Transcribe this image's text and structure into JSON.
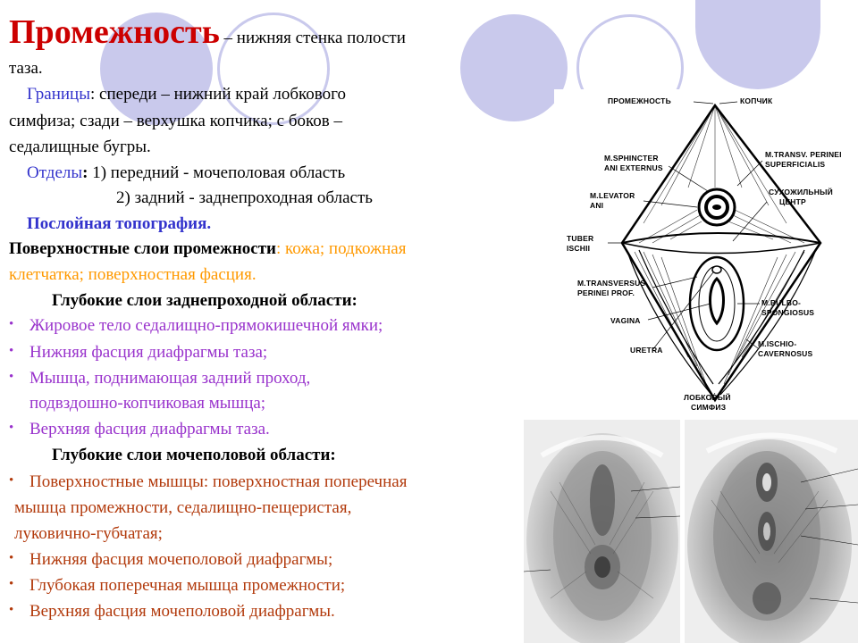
{
  "colors": {
    "title": "#cc0000",
    "heading_blue": "#3333cc",
    "orange": "#ff9900",
    "purple": "#9933cc",
    "brown": "#b23a0c",
    "decor": "#c9c9ec"
  },
  "title": {
    "word": "Промежность",
    "rest": " – нижняя стенка полости",
    "line2": "таза."
  },
  "borders": {
    "label": "Границы",
    "text1": ": спереди – нижний край лобкового",
    "text2": "симфиза; сзади – верхушка копчика; с боков –",
    "text3": "седалищные бугры."
  },
  "divisions": {
    "label": "Отделы",
    "colon": ":",
    "text1": " 1) передний - мочеполовая область",
    "text2": "2) задний - заднепроходная область"
  },
  "layered_heading": "Послойная топография.",
  "superficial": {
    "label": "Поверхностные слои промежности",
    "colon": ": ",
    "items1": "кожа; подкожная",
    "items2": "клетчатка; поверхностная фасция."
  },
  "anal_deep": {
    "heading": "Глубокие слои заднепроходной области:",
    "items": [
      "Жировое тело седалищно-прямокишечной ямки;",
      "Нижняя фасция диафрагмы таза;",
      "Мышца, поднимающая задний проход,",
      "подвздошно-копчиковая мышца;",
      "Верхняя фасция диафрагмы таза."
    ]
  },
  "urogenital_deep": {
    "heading": "Глубокие слои мочеполовой области:",
    "items": [
      "Поверхностные мышцы: поверхностная поперечная",
      "мышца промежности, седалищно-пещеристая,",
      "луковично-губчатая;",
      "Нижняя фасция мочеполовой диафрагмы;",
      "Глубокая поперечная мышца промежности;",
      "Верхняя фасция мочеполовой диафрагмы."
    ]
  },
  "bullet_glyph": "•",
  "diagram_labels": {
    "perineum": "ПРОМЕЖНОСТЬ",
    "coccyx": "КОПЧИК",
    "sphincter": [
      "M.SPHINCTER",
      "ANI EXTERNUS"
    ],
    "transv_sup": [
      "M.TRANSV. PERINEI",
      "SUPERFICIALIS"
    ],
    "levator": [
      "M.LEVATOR",
      "ANI"
    ],
    "tendon_center": [
      "СУХОЖИЛЬНЫЙ",
      "ЦЕНТР"
    ],
    "tuber": [
      "TUBER",
      "ISCHII"
    ],
    "transv_prof": [
      "M.TRANSVERSUS",
      "PERINEI PROF."
    ],
    "bulbo": [
      "M.BULBO-",
      "SPONGIOSUS"
    ],
    "vagina": "VAGINA",
    "ischio": [
      "M.ISCHIO-",
      "CAVERNOSUS"
    ],
    "uretra": "URETRA",
    "symphysis": [
      "ЛОБКОВЫЙ",
      "СИМФИЗ"
    ]
  }
}
